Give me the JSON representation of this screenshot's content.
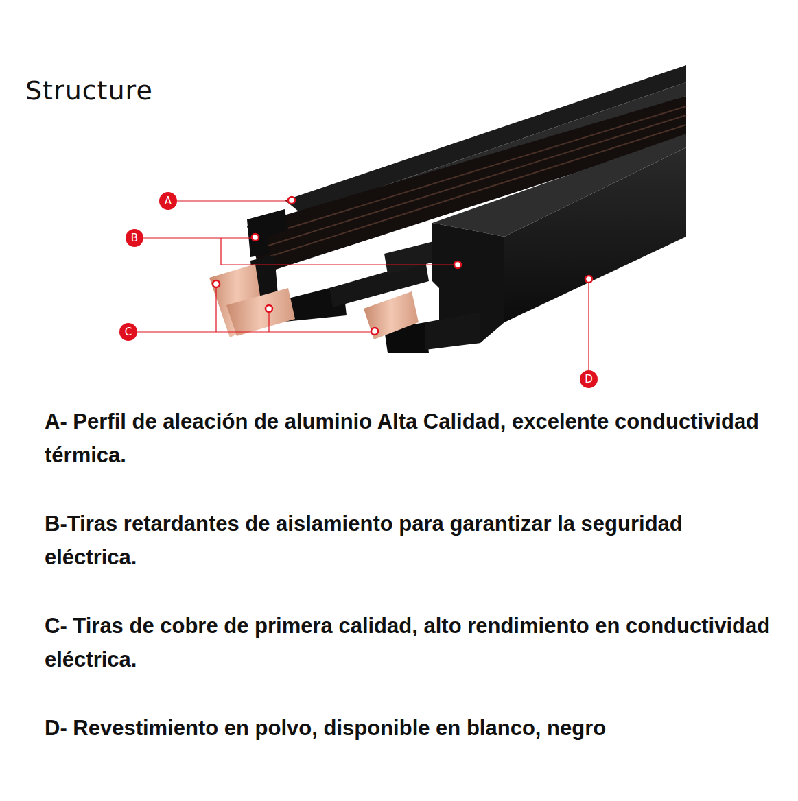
{
  "diagram": {
    "title": "Structure",
    "labels": [
      "A",
      "B",
      "C",
      "D",
      "A- Perfil de aleación de aluminio Alta Calidad, excelente conductividad térmica.",
      "B-Tiras retardantes de aislamiento para garantizar la seguridad eléctrica.",
      "C- Tiras de cobre de primera calidad, alto rendimiento en conductividad eléctrica.",
      "D- Revestimiento en polvo, disponible en blanco, negro"
    ]
  }
}
